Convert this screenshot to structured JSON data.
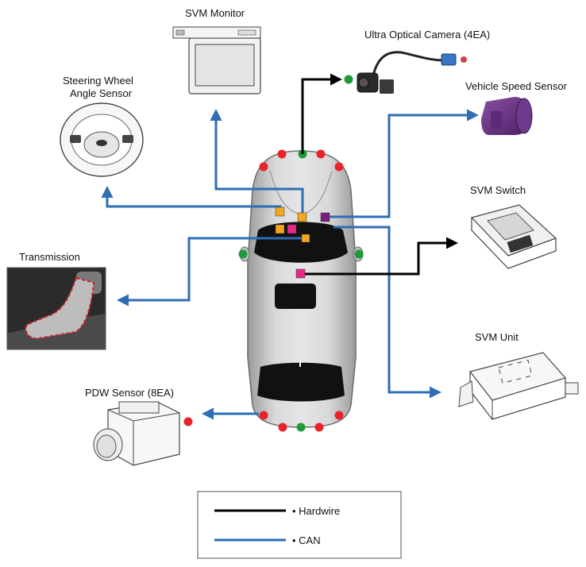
{
  "labels": {
    "svm_monitor": "SVM Monitor",
    "ultra_camera": "Ultra Optical Camera (4EA)",
    "steering_line1": "Steering Wheel",
    "steering_line2": "Angle Sensor",
    "vehicle_speed": "Vehicle Speed Sensor",
    "svm_switch": "SVM Switch",
    "transmission": "Transmission",
    "svm_unit": "SVM Unit",
    "pdw_sensor": "PDW Sensor (8EA)"
  },
  "legend": {
    "hardwire": "• Hardwire",
    "can": "• CAN"
  },
  "colors": {
    "hardwire": "#000000",
    "can": "#2f6db5",
    "sensor_red": "#e8232a",
    "sensor_green": "#1f9a3a",
    "node_orange": "#f5a623",
    "node_pink": "#e8278a",
    "node_purple": "#7a1f7e"
  }
}
